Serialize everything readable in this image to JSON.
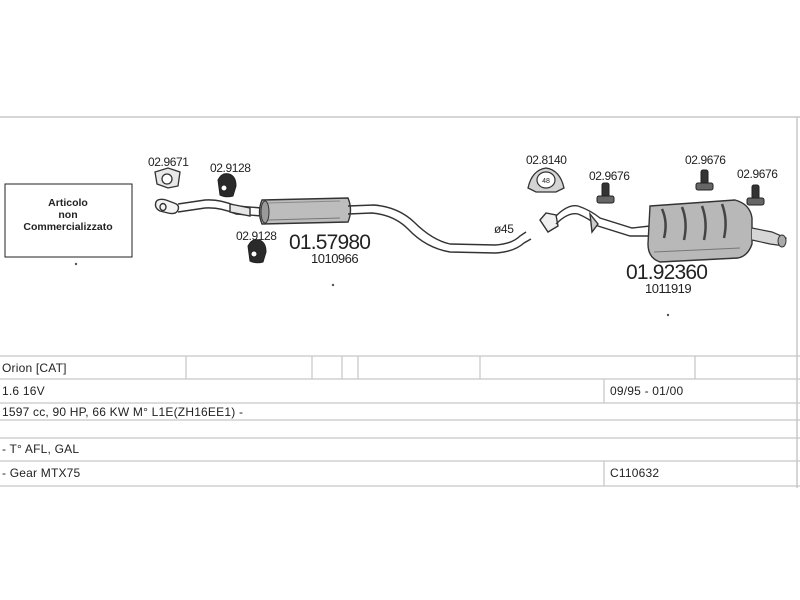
{
  "note_box": {
    "lines": [
      "Articolo",
      "non",
      "Commercializzato"
    ]
  },
  "parts": {
    "bracket_1": "02.9671",
    "hanger_1": "02.9128",
    "hanger_2": "02.9128",
    "front_box_code": "01.57980",
    "front_box_oe": "1010966",
    "pipe_diameter": "ø45",
    "clamp_ring": "02.8140",
    "clamp_ring_size": "48",
    "hanger_3": "02.9676",
    "hanger_4": "02.9676",
    "hanger_5": "02.9676",
    "rear_box_code": "01.92360",
    "rear_box_oe": "1011919"
  },
  "vehicle": {
    "model": "Orion  [CAT]",
    "engine": "1.6 16V",
    "years": "09/95 - 01/00",
    "specs": "1597 cc, 90 HP, 66 KW M° L1E(ZH16EE1) -",
    "body": "- T° AFL, GAL",
    "gearbox": "- Gear MTX75",
    "catalog_code": "C110632"
  }
}
